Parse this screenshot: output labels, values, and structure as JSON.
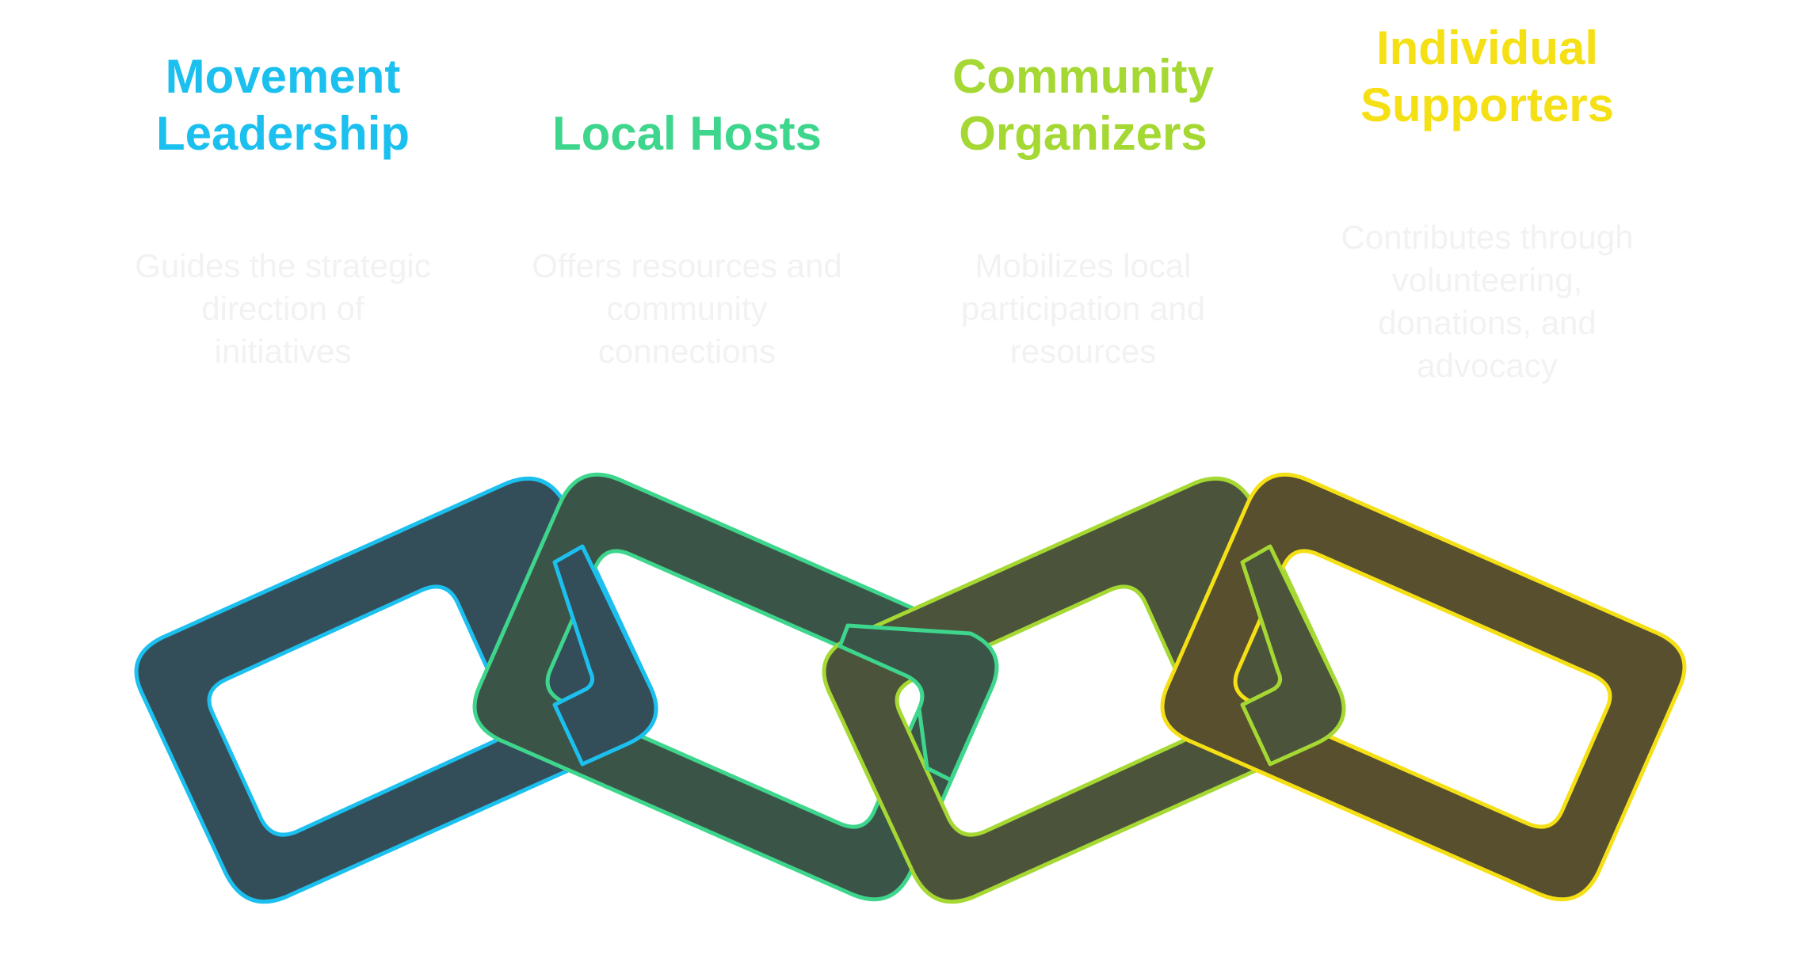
{
  "items": [
    {
      "title": [
        "Movement",
        "Leadership"
      ],
      "description": [
        "Guides the strategic",
        "direction of",
        "initiatives"
      ],
      "color": "#1cc0ef",
      "fill": "#344e59"
    },
    {
      "title": [
        "Local Hosts"
      ],
      "description": [
        "Offers resources and",
        "community",
        "connections"
      ],
      "color": "#3ed68d",
      "fill": "#3a5547"
    },
    {
      "title": [
        "Community",
        "Organizers"
      ],
      "description": [
        "Mobilizes local",
        "participation and",
        "resources"
      ],
      "color": "#a5d832",
      "fill": "#4b533a"
    },
    {
      "title": [
        "Individual",
        "Supporters"
      ],
      "description": [
        "Contributes through",
        "volunteering,",
        "donations, and",
        "advocacy"
      ],
      "color": "#f5e016",
      "fill": "#574f2d"
    }
  ]
}
